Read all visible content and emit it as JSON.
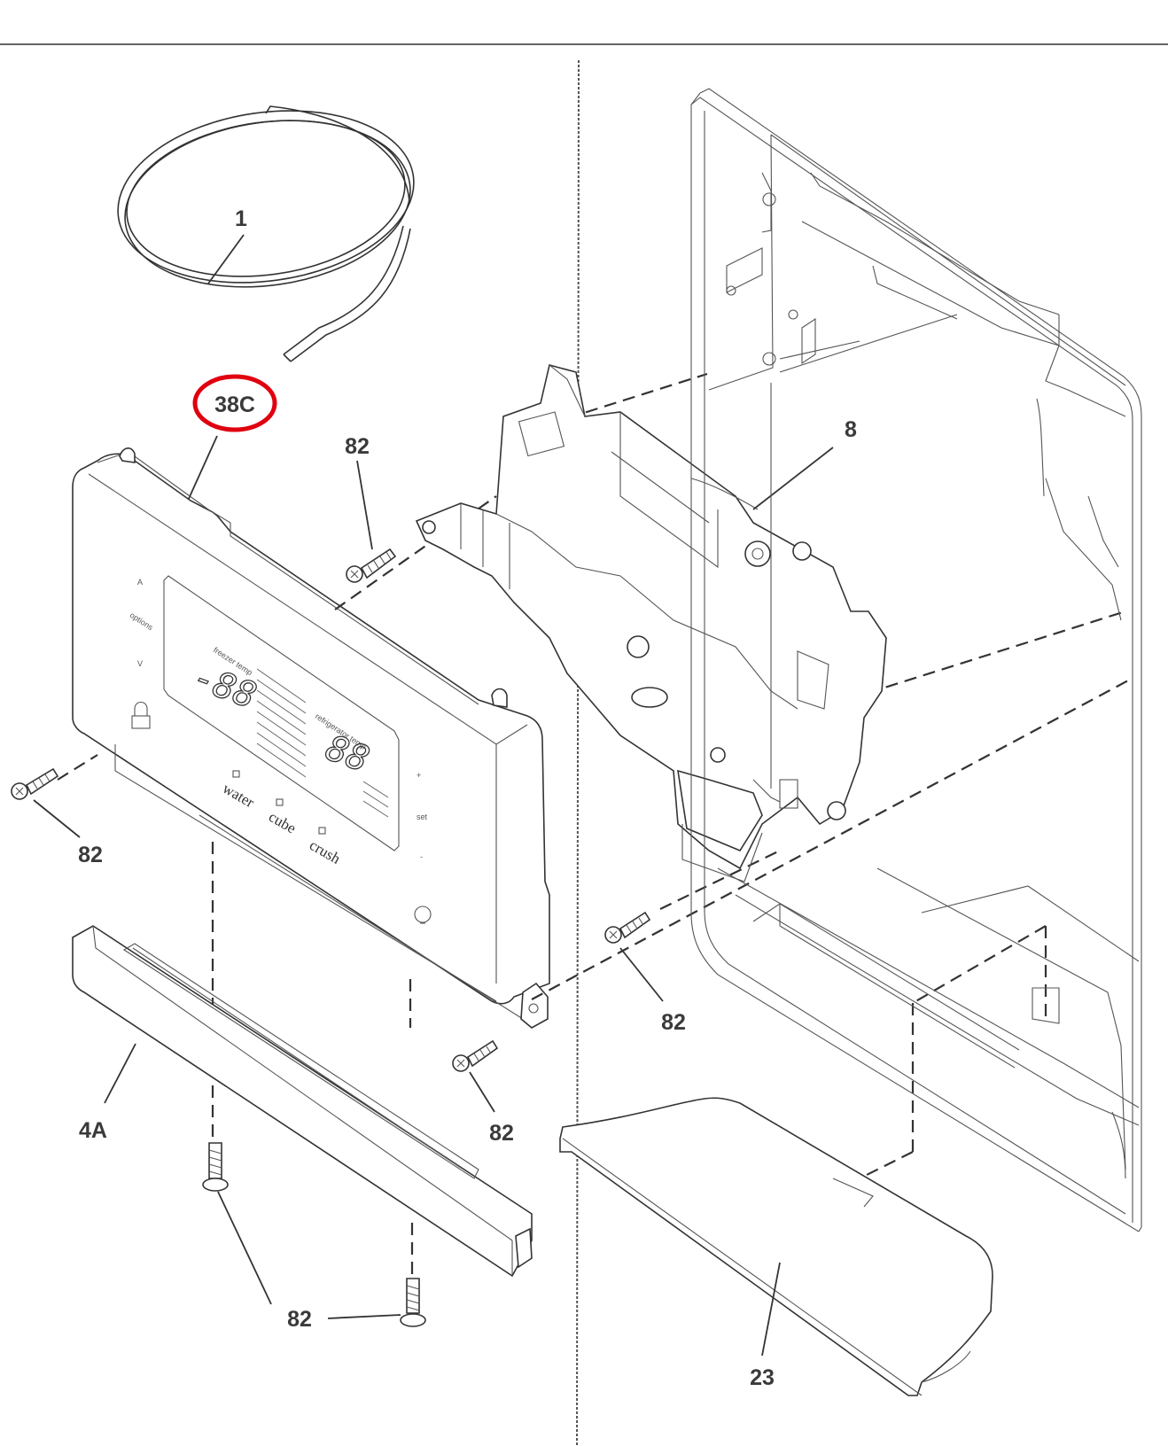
{
  "labels": {
    "tubing": "1",
    "control_panel": "38C",
    "screw_top": "82",
    "dispenser_housing": "8",
    "screw_left": "82",
    "screw_right": "82",
    "screw_bottom_center": "82",
    "trim": "4A",
    "screw_bottom": "82",
    "drip_tray": "23"
  },
  "panel_text": {
    "up": "A",
    "options": "options",
    "down": "V",
    "freezer_temp": "freezer temp",
    "refrigerator_temp": "refrigerator temp",
    "digits_freezer": "-88",
    "digits_fridge": "88",
    "water": "water",
    "cube": "cube",
    "crush": "crush",
    "plus": "+",
    "set": "set",
    "minus": "-"
  },
  "colors": {
    "highlight": "#e0000f",
    "line": "#333333"
  }
}
